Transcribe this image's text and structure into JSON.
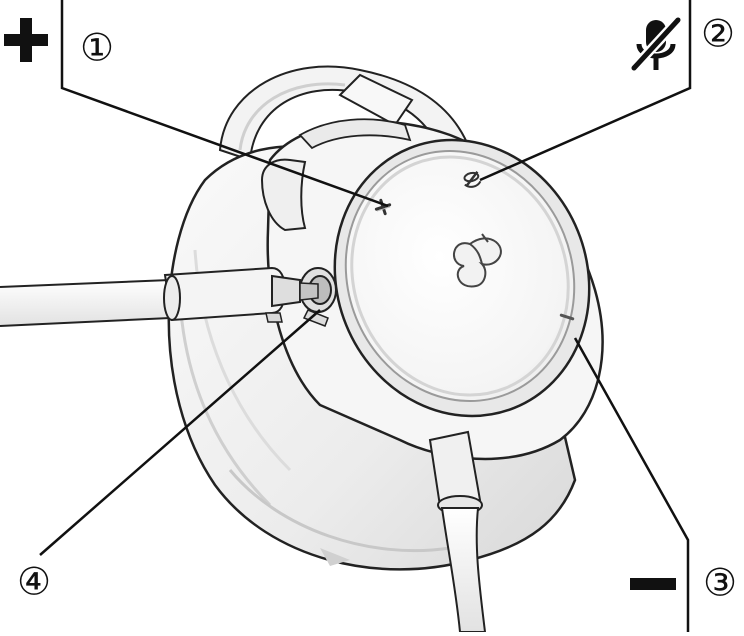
{
  "callouts": [
    {
      "number": "1",
      "glyph": "①",
      "control": "volume-up",
      "symbol": "+"
    },
    {
      "number": "2",
      "glyph": "②",
      "control": "mute-microphone",
      "symbol": "mic-muted"
    },
    {
      "number": "3",
      "glyph": "③",
      "control": "volume-down",
      "symbol": "−"
    },
    {
      "number": "4",
      "glyph": "④",
      "control": "audio-jack",
      "symbol": ""
    }
  ],
  "colors": {
    "ink": "#111111",
    "housing_light": "#f7f7f7",
    "housing_mid": "#e6e6e6",
    "housing_shadow": "#cfcfcf",
    "ring": "#bdbdbd"
  },
  "icons": {
    "plus": "plus-icon",
    "mic_muted": "mic-muted-icon",
    "minus": "minus-icon",
    "logo": "brand-logo-icon"
  }
}
